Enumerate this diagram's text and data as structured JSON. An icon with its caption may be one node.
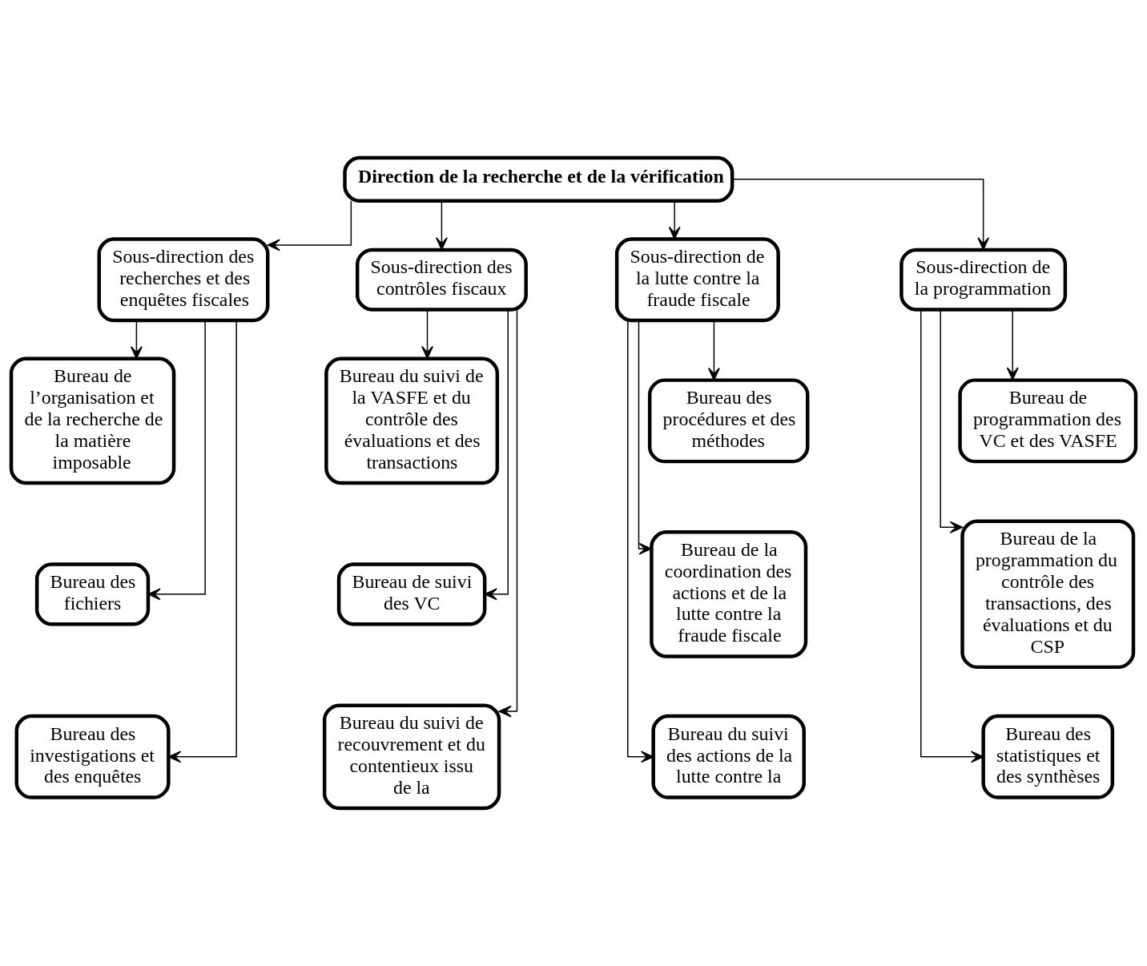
{
  "diagram": {
    "nodes": [
      {
        "text": [
          "Direction de la recherche et de la vérification"
        ]
      },
      {
        "text": [
          "Sous-direction des recherches et des enquêtes fiscales"
        ]
      },
      {
        "text": [
          "Sous-direction des contrôles fiscaux"
        ]
      },
      {
        "text": [
          "Sous-direction de la lutte contre la fraude fiscale"
        ]
      },
      {
        "text": [
          "Sous-direction de la programmation"
        ]
      },
      {
        "text": [
          "Bureau de l’organisation et de la recherche de la matière imposable"
        ]
      },
      {
        "text": [
          "Bureau des fichiers"
        ]
      },
      {
        "text": [
          "Bureau des investigations et des enquêtes"
        ]
      },
      {
        "text": [
          "Bureau du suivi de la VASFE et du contrôle des évaluations et des transactions"
        ]
      },
      {
        "text": [
          "Bureau de suivi des VC"
        ]
      },
      {
        "text": [
          "Bureau du suivi de recouvrement et du contentieux issu de la"
        ]
      },
      {
        "text": [
          "Bureau des procédures et des méthodes"
        ]
      },
      {
        "text": [
          "Bureau de la coordination des actions et de la lutte contre la fraude fiscale"
        ]
      },
      {
        "text": [
          "Bureau du suivi des actions de la lutte contre la"
        ]
      },
      {
        "text": [
          "Bureau de programmation des VC et des VASFE"
        ]
      },
      {
        "text": [
          "Bureau de la programmation du contrôle des transactions, des évaluations et du CSP"
        ]
      },
      {
        "text": [
          "Bureau des statistiques et des synthèses"
        ]
      }
    ],
    "edges": [
      {
        "from": 0,
        "to": 1,
        "arrow": "to"
      },
      {
        "from": 0,
        "to": 2,
        "arrow": "to"
      },
      {
        "from": 0,
        "to": 3,
        "arrow": "to"
      },
      {
        "from": 0,
        "to": 4,
        "arrow": "to"
      },
      {
        "from": 1,
        "to": 5,
        "arrow": "to"
      },
      {
        "from": 1,
        "to": 6,
        "arrow": "to"
      },
      {
        "from": 1,
        "to": 7,
        "arrow": "to"
      },
      {
        "from": 2,
        "to": 8,
        "arrow": "to"
      },
      {
        "from": 2,
        "to": 9,
        "arrow": "to"
      },
      {
        "from": 2,
        "to": 10,
        "arrow": "to"
      },
      {
        "from": 3,
        "to": 11,
        "arrow": "to"
      },
      {
        "from": 3,
        "to": 12,
        "arrow": "to"
      },
      {
        "from": 3,
        "to": 13,
        "arrow": "to"
      },
      {
        "from": 4,
        "to": 14,
        "arrow": "to"
      },
      {
        "from": 4,
        "to": 15,
        "arrow": "to"
      },
      {
        "from": 4,
        "to": 16,
        "arrow": "to"
      }
    ]
  }
}
